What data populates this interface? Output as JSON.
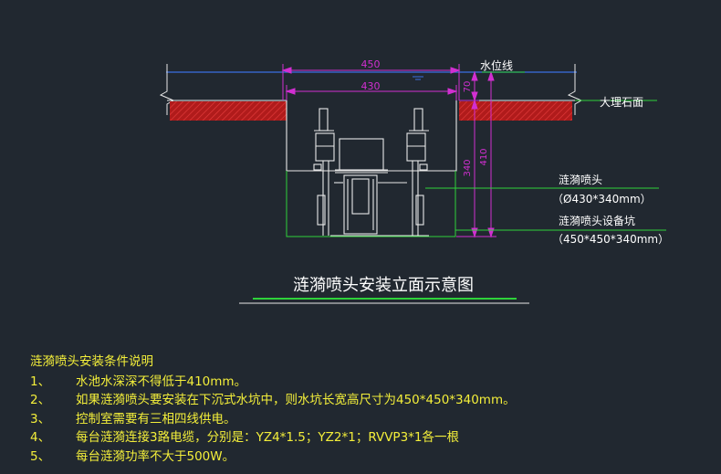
{
  "labels": {
    "water_line": "水位线",
    "marble_surface": "大理石面",
    "dim_450": "450",
    "dim_430": "430",
    "dim_70": "70",
    "dim_340": "340",
    "dim_410": "410",
    "nozzle_name": "涟漪喷头",
    "nozzle_spec": "（Ø430*340mm）",
    "pit_name": "涟漪喷头设备坑",
    "pit_spec": "（450*450*340mm）"
  },
  "title": "涟漪喷头安装立面示意图",
  "notes": {
    "heading": "涟漪喷头安装条件说明",
    "items": [
      {
        "num": "1、",
        "text": "水池水深深不得低于410mm。"
      },
      {
        "num": "2、",
        "text": "如果涟漪喷头要安装在下沉式水坑中，则水坑长宽高尺寸为450*450*340mm。"
      },
      {
        "num": "3、",
        "text": "控制室需要有三相四线供电。"
      },
      {
        "num": "4、",
        "text": "每台涟漪连接3路电缆，分别是：YZ4*1.5；YZ2*1；RVVP3*1各一根"
      },
      {
        "num": "5、",
        "text": "每台涟漪功率不大于500W。"
      }
    ]
  },
  "colors": {
    "background": "#212830",
    "dimension": "#d12fd1",
    "structure": "#e9e9e9",
    "leader": "#2ed23a",
    "ground": "#b81f1f",
    "water": "#3b6fe3",
    "text_label": "#ffffff",
    "text_notes": "#f4ef3a"
  }
}
